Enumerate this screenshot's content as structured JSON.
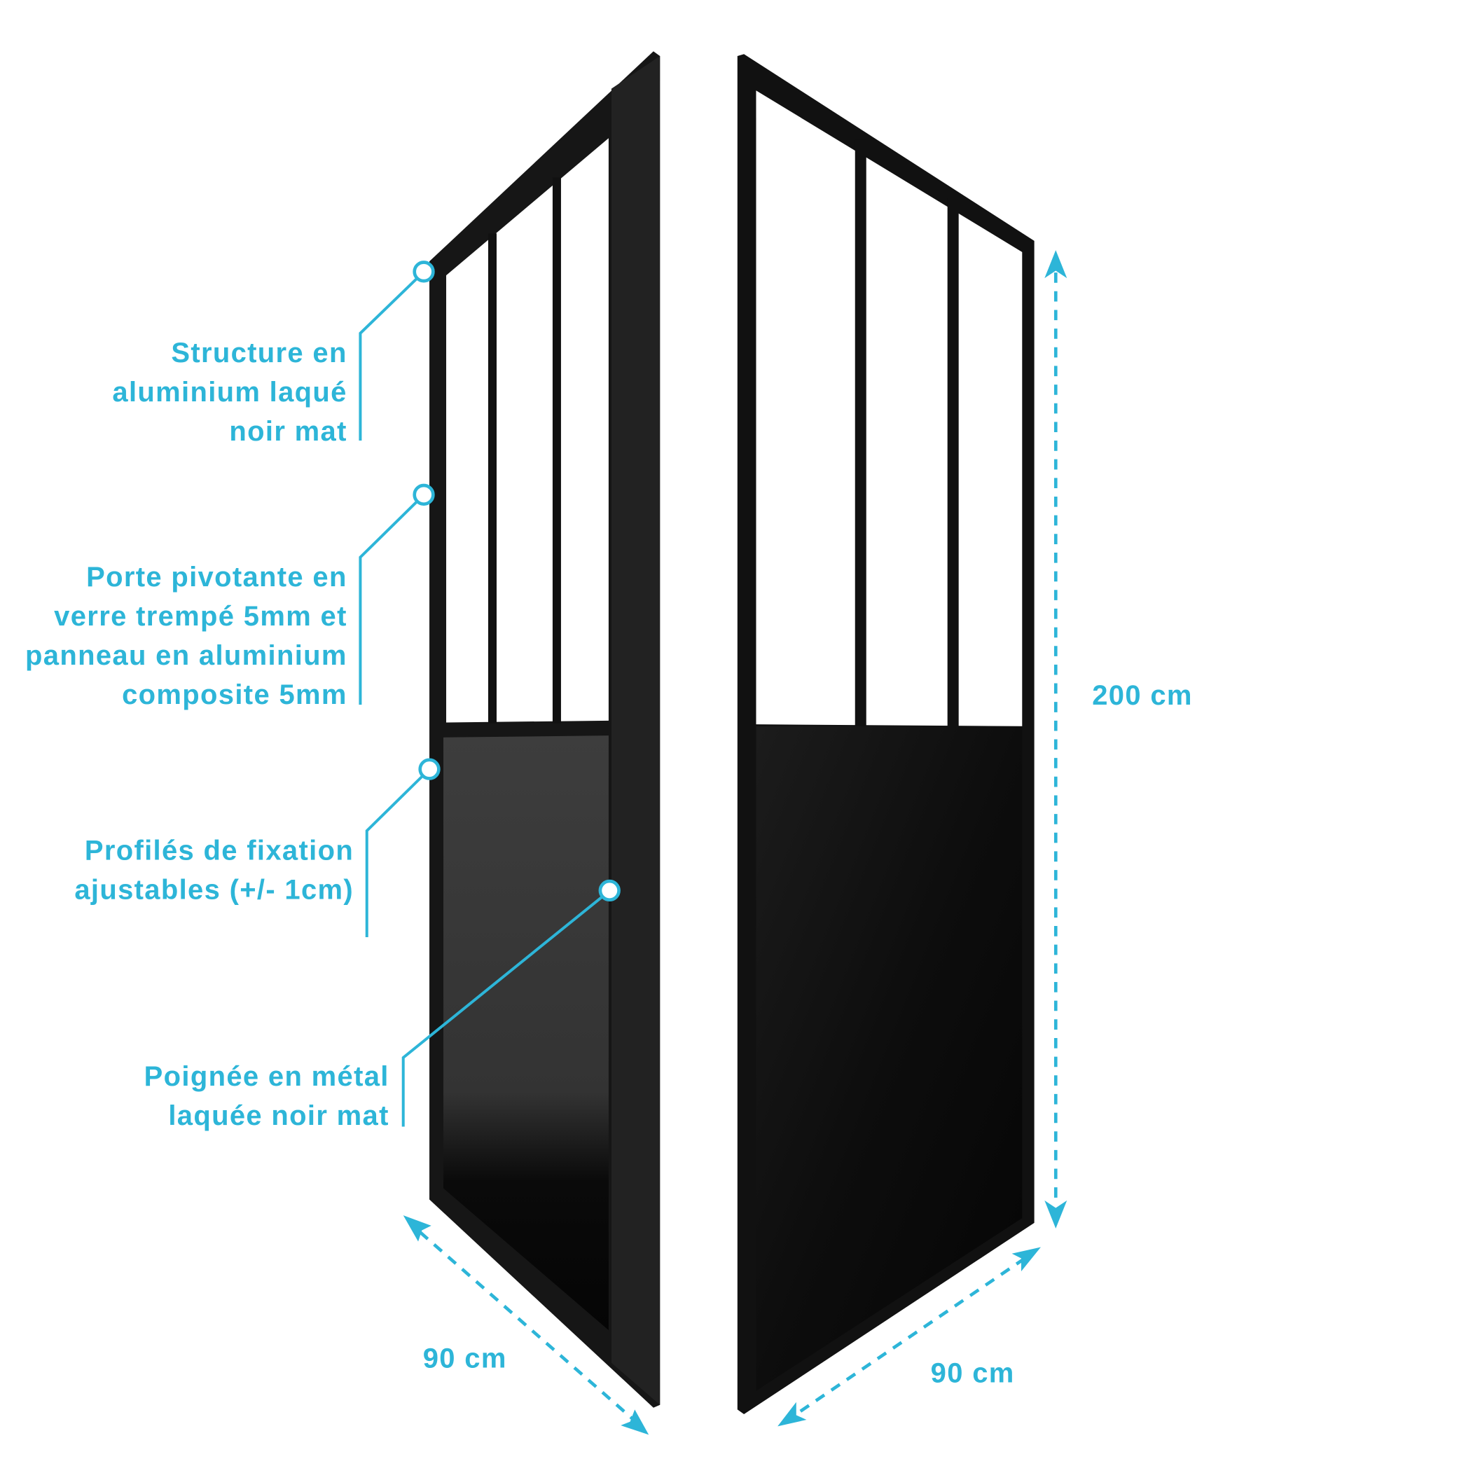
{
  "callouts": [
    {
      "lines": [
        "Structure en",
        "aluminium laqué",
        "noir mat"
      ]
    },
    {
      "lines": [
        "Porte pivotante en",
        "verre trempé 5mm et",
        "panneau en aluminium",
        "composite 5mm"
      ]
    },
    {
      "lines": [
        "Profilés de fixation",
        "ajustables (+/- 1cm)"
      ]
    },
    {
      "lines": [
        "Poignée en métal",
        "laquée noir mat"
      ]
    }
  ],
  "dimensions": {
    "height": "200 cm",
    "width_left": "90 cm",
    "width_right": "90 cm"
  },
  "colors": {
    "accent": "#2db5d8",
    "frame": "#111111"
  }
}
